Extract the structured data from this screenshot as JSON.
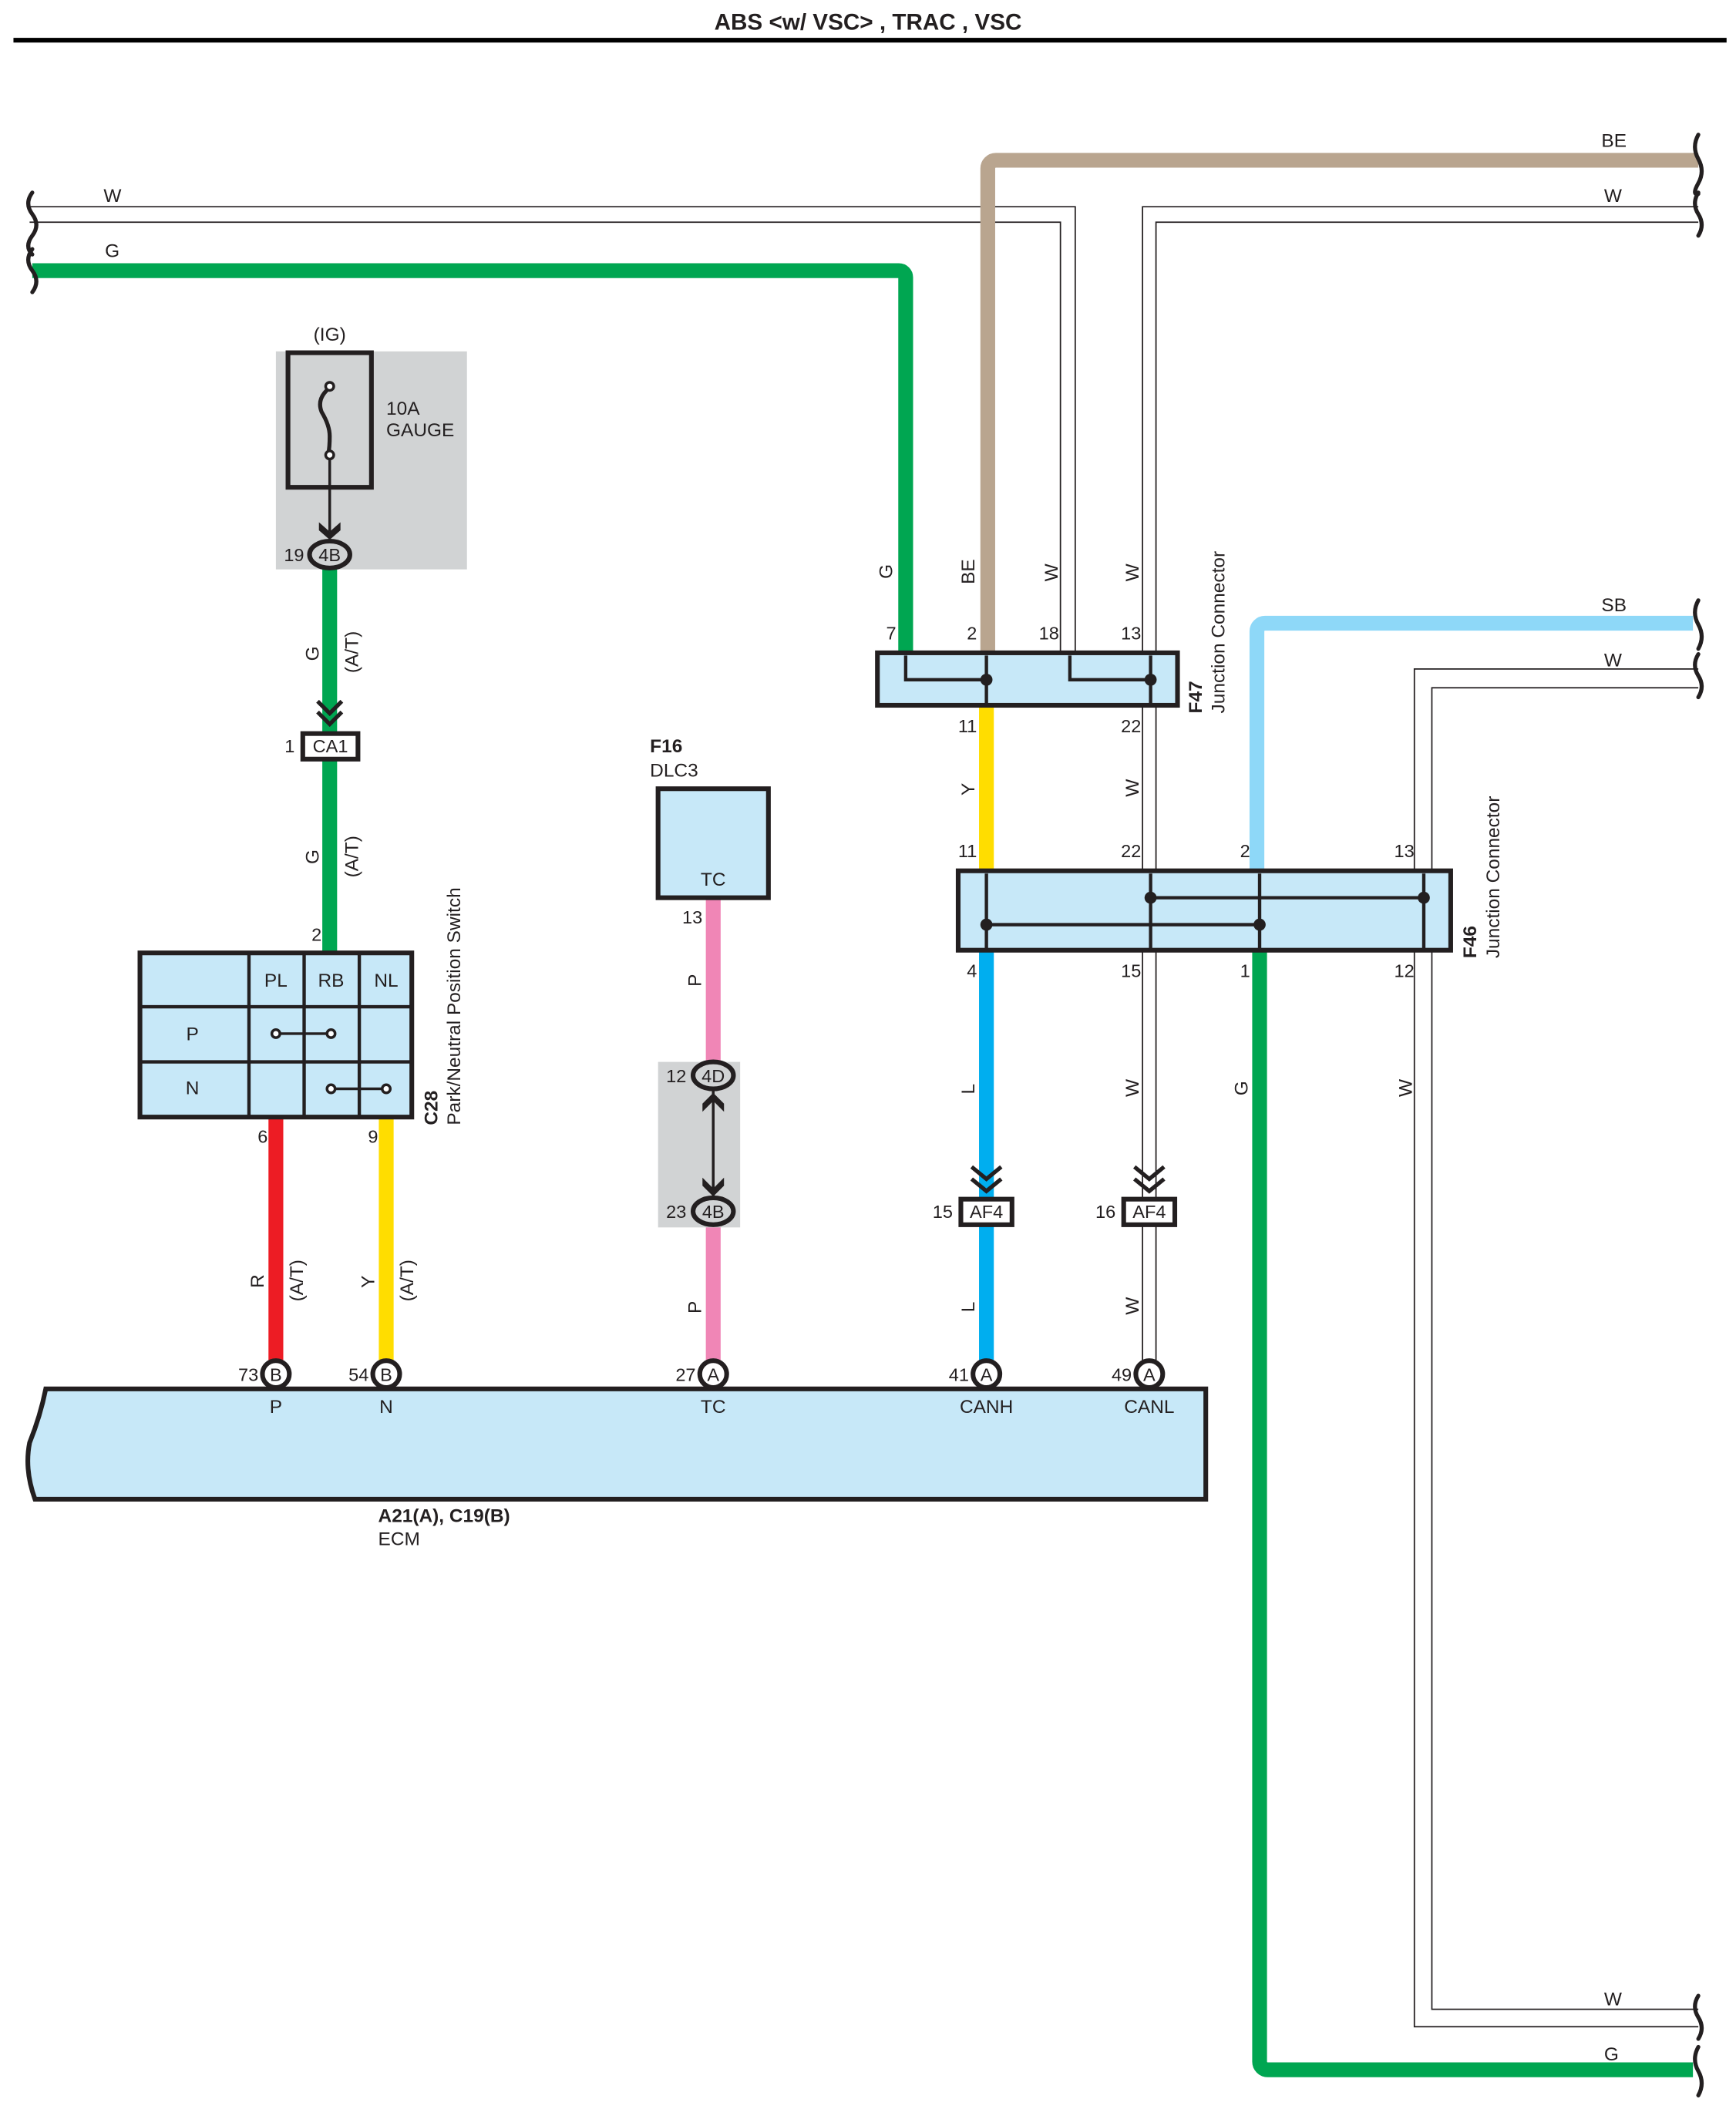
{
  "title": "ABS <w/ VSC> , TRAC , VSC",
  "colors": {
    "G": "#00a651",
    "BE": "#b9a58f",
    "SB": "#8ed8f8",
    "L": "#00aeef",
    "Y": "#ffdd00",
    "R": "#ed1c24",
    "P": "#f086b6",
    "W": "#231f20",
    "component_fill": "#c7e8f8",
    "shade_fill": "#d1d3d4",
    "outline": "#231f20"
  },
  "wire_labels": {
    "left_w": "W",
    "left_g": "G",
    "top_be": "BE",
    "top_w": "W",
    "right_sb": "SB",
    "right_w": "W",
    "bottom_w": "W",
    "bottom_g": "G",
    "fuse_g": "G",
    "fuse_at": "(A/T)",
    "ca1_g": "G",
    "ca1_at": "(A/T)",
    "f47_in_g": "G",
    "f47_in_be": "BE",
    "f47_in_w1": "W",
    "f47_in_w2": "W",
    "f47_out_y": "Y",
    "f47_out_w": "W",
    "f46_out_l": "L",
    "f46_out_w15": "W",
    "f46_out_g": "G",
    "f46_out_w12": "W",
    "af4_l": "L",
    "af4_w": "W",
    "dlc_p1": "P",
    "dlc_p2": "P",
    "r_wire": "R",
    "r_at": "(A/T)",
    "y_wire": "Y",
    "y_at": "(A/T)"
  },
  "fuse": {
    "supply": "(IG)",
    "rating": "10A",
    "name": "GAUGE",
    "pin": "19",
    "connector": "4B"
  },
  "ca1": {
    "pin": "1",
    "connector": "CA1"
  },
  "pn_switch": {
    "code": "C28",
    "name": "Park/Neutral Position Switch",
    "input_pin": "2",
    "columns": [
      "PL",
      "RB",
      "NL"
    ],
    "rows": [
      "P",
      "N"
    ],
    "output_pins": [
      "6",
      "9"
    ]
  },
  "dlc3": {
    "code": "F16",
    "name": "DLC3",
    "terminal": "TC",
    "pin": "13",
    "j1_pin": "12",
    "j1_connector": "4D",
    "j2_pin": "23",
    "j2_connector": "4B"
  },
  "f47": {
    "code": "F47",
    "name": "Junction Connector",
    "top_pins": [
      "7",
      "2",
      "18",
      "13"
    ],
    "bottom_pins": [
      "11",
      "22"
    ]
  },
  "f46": {
    "code": "F46",
    "name": "Junction Connector",
    "top_pins": [
      "11",
      "22",
      "2",
      "13"
    ],
    "bottom_pins": [
      "4",
      "15",
      "1",
      "12"
    ]
  },
  "af4": [
    {
      "pin": "15",
      "connector": "AF4"
    },
    {
      "pin": "16",
      "connector": "AF4"
    }
  ],
  "ecm": {
    "codes": "A21(A), C19(B)",
    "name": "ECM",
    "terminals": [
      {
        "pin": "73",
        "conn": "B",
        "label": "P"
      },
      {
        "pin": "54",
        "conn": "B",
        "label": "N"
      },
      {
        "pin": "27",
        "conn": "A",
        "label": "TC"
      },
      {
        "pin": "41",
        "conn": "A",
        "label": "CANH"
      },
      {
        "pin": "49",
        "conn": "A",
        "label": "CANL"
      }
    ]
  }
}
